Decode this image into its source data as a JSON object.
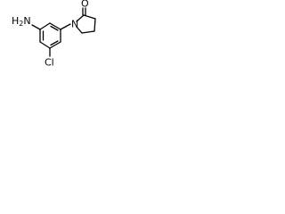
{
  "molecule": {
    "labels": {
      "amine": "H2N",
      "amine_h": "H",
      "amine_sub": "2",
      "amine_n": "N",
      "chloro": "Cl",
      "lactam_n": "N",
      "carbonyl_o": "O"
    }
  },
  "colors": {
    "background": "#ffffff",
    "bonds": "#000000",
    "labels": "#000000"
  }
}
